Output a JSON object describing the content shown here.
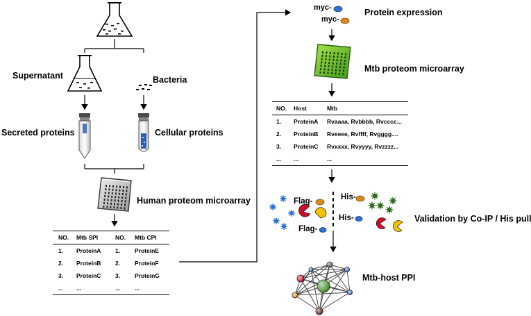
{
  "left": {
    "supernatant_label": "Supernatant",
    "bacteria_label": "Bacteria",
    "secreted_label": "Secreted proteins",
    "cellular_label": "Cellular proteins",
    "human_array_label": "Human proteom microarray",
    "table": {
      "headers": [
        "NO.",
        "Mtb SPI",
        "NO.",
        "Mtb CPI"
      ],
      "rows": [
        [
          "1.",
          "ProteinA",
          "1.",
          "ProteinE"
        ],
        [
          "2.",
          "ProteinB",
          "2.",
          "ProteinF"
        ],
        [
          "3.",
          "ProteinC",
          "3.",
          "ProteinG"
        ],
        [
          "...",
          "...",
          "...",
          "..."
        ]
      ]
    }
  },
  "right": {
    "myc_top": "myc-",
    "myc_bottom": "myc-",
    "protein_expression_label": "Protein expression",
    "mtb_array_label": "Mtb proteom microarray",
    "table": {
      "headers": [
        "NO.",
        "Host",
        "Mtb"
      ],
      "rows": [
        [
          "1.",
          "ProteinA",
          "Rvaaaa, Rvbbbb, Rvcccc..."
        ],
        [
          "2.",
          "ProteinB",
          "Rveeee, Rvffff, Rvgggg...."
        ],
        [
          "3.",
          "ProteinC",
          "Rvxxxx, Rvyyyy, Rvzzzz..."
        ],
        [
          "...",
          "...",
          "..."
        ]
      ]
    },
    "flag_top": "Flag-",
    "flag_bottom": "Flag-",
    "his_top": "His-",
    "his_bottom": "His-",
    "validation_label": "Validation by Co-IP / His pull-down",
    "ppi_label": "Mtb-host PPI"
  },
  "colors": {
    "blue": "#2f6fd6",
    "orange": "#d98a1c",
    "green_array": "#7cc42b",
    "red": "#c8102e",
    "yellow": "#f2c200",
    "dark_green": "#2e6b1e",
    "tube_blue": "#2c5fb8"
  }
}
